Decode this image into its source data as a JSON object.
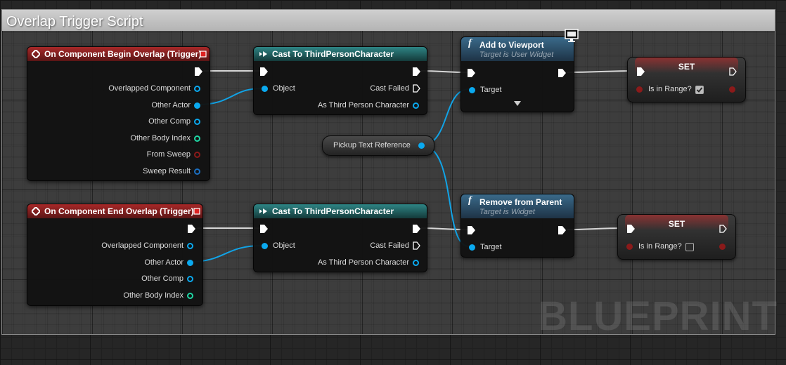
{
  "comment": {
    "title": "Overlap Trigger Script"
  },
  "watermark": "BLUEPRINT",
  "nodes": {
    "begin_overlap": {
      "title": "On Component Begin Overlap (Trigger)",
      "pins": [
        "Overlapped Component",
        "Other Actor",
        "Other Comp",
        "Other Body Index",
        "From Sweep",
        "Sweep Result"
      ]
    },
    "end_overlap": {
      "title": "On Component End Overlap (Trigger)",
      "pins": [
        "Overlapped Component",
        "Other Actor",
        "Other Comp",
        "Other Body Index"
      ]
    },
    "cast_top": {
      "title": "Cast To ThirdPersonCharacter",
      "object": "Object",
      "failed": "Cast Failed",
      "as": "As Third Person Character"
    },
    "cast_bottom": {
      "title": "Cast To ThirdPersonCharacter",
      "object": "Object",
      "failed": "Cast Failed",
      "as": "As Third Person Character"
    },
    "add_viewport": {
      "title": "Add to Viewport",
      "subtitle": "Target is User Widget",
      "target": "Target"
    },
    "remove_parent": {
      "title": "Remove from Parent",
      "subtitle": "Target is Widget",
      "target": "Target"
    },
    "pickup_ref": {
      "label": "Pickup Text Reference"
    },
    "set_top": {
      "title": "SET",
      "var": "Is in Range?",
      "checked": true
    },
    "set_bottom": {
      "title": "SET",
      "var": "Is in Range?",
      "checked": false
    }
  },
  "colors": {
    "object_pin": "#0aa9ef",
    "struct_pin": "#1b6fc2",
    "int_pin": "#1fd6a4",
    "bool_pin": "#8b1a1a",
    "exec_pin": "#ffffff",
    "wire_object": "#11a3e6",
    "wire_exec": "#d7d7d7"
  },
  "icons": {
    "event": "event-diamond-icon",
    "close": "red-square-icon",
    "cast": "cast-arrow-icon",
    "function": "function-f-icon",
    "monitor": "monitor-icon",
    "expand": "triangle-down-icon"
  }
}
